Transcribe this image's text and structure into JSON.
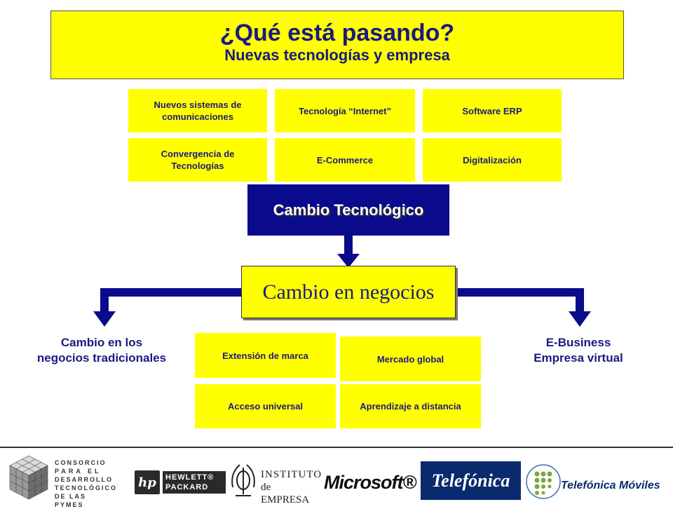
{
  "title": {
    "main": "¿Qué está pasando?",
    "sub": "Nuevas tecnologías y empresa"
  },
  "tech_boxes": [
    "Nuevos sistemas de comunicaciones",
    "Tecnología “Internet”",
    "Software ERP",
    "Convergencia de Tecnologías",
    "E-Commerce",
    "Digitalización"
  ],
  "cambio_tecnologico": "Cambio Tecnológico",
  "cambio_negocios": "Cambio en negocios",
  "left_label": {
    "line1": "Cambio en los",
    "line2": "negocios tradicionales"
  },
  "right_label": {
    "line1": "E-Business",
    "line2": "Empresa virtual"
  },
  "business_boxes": [
    "Extensión de marca",
    "Mercado global",
    "Acceso universal",
    "Aprendizaje a distancia"
  ],
  "logos": {
    "consorcio": [
      "CONSORCIO",
      "PARA EL",
      "DESARROLLO",
      "TECNOLÓGICO",
      "DE LAS PYMES"
    ],
    "hp_mark": "hp",
    "hp_name": [
      "HEWLETT®",
      "PACKARD"
    ],
    "instituto": [
      "INSTITUTO",
      "de EMPRESA"
    ],
    "microsoft": "Microsoft®",
    "telefonica": "Telefónica",
    "telefonica_moviles": "Telefónica Móviles"
  },
  "colors": {
    "accent_yellow": "#ffff00",
    "navy": "#1a1a80",
    "connector_blue": "#0a0a8c"
  }
}
